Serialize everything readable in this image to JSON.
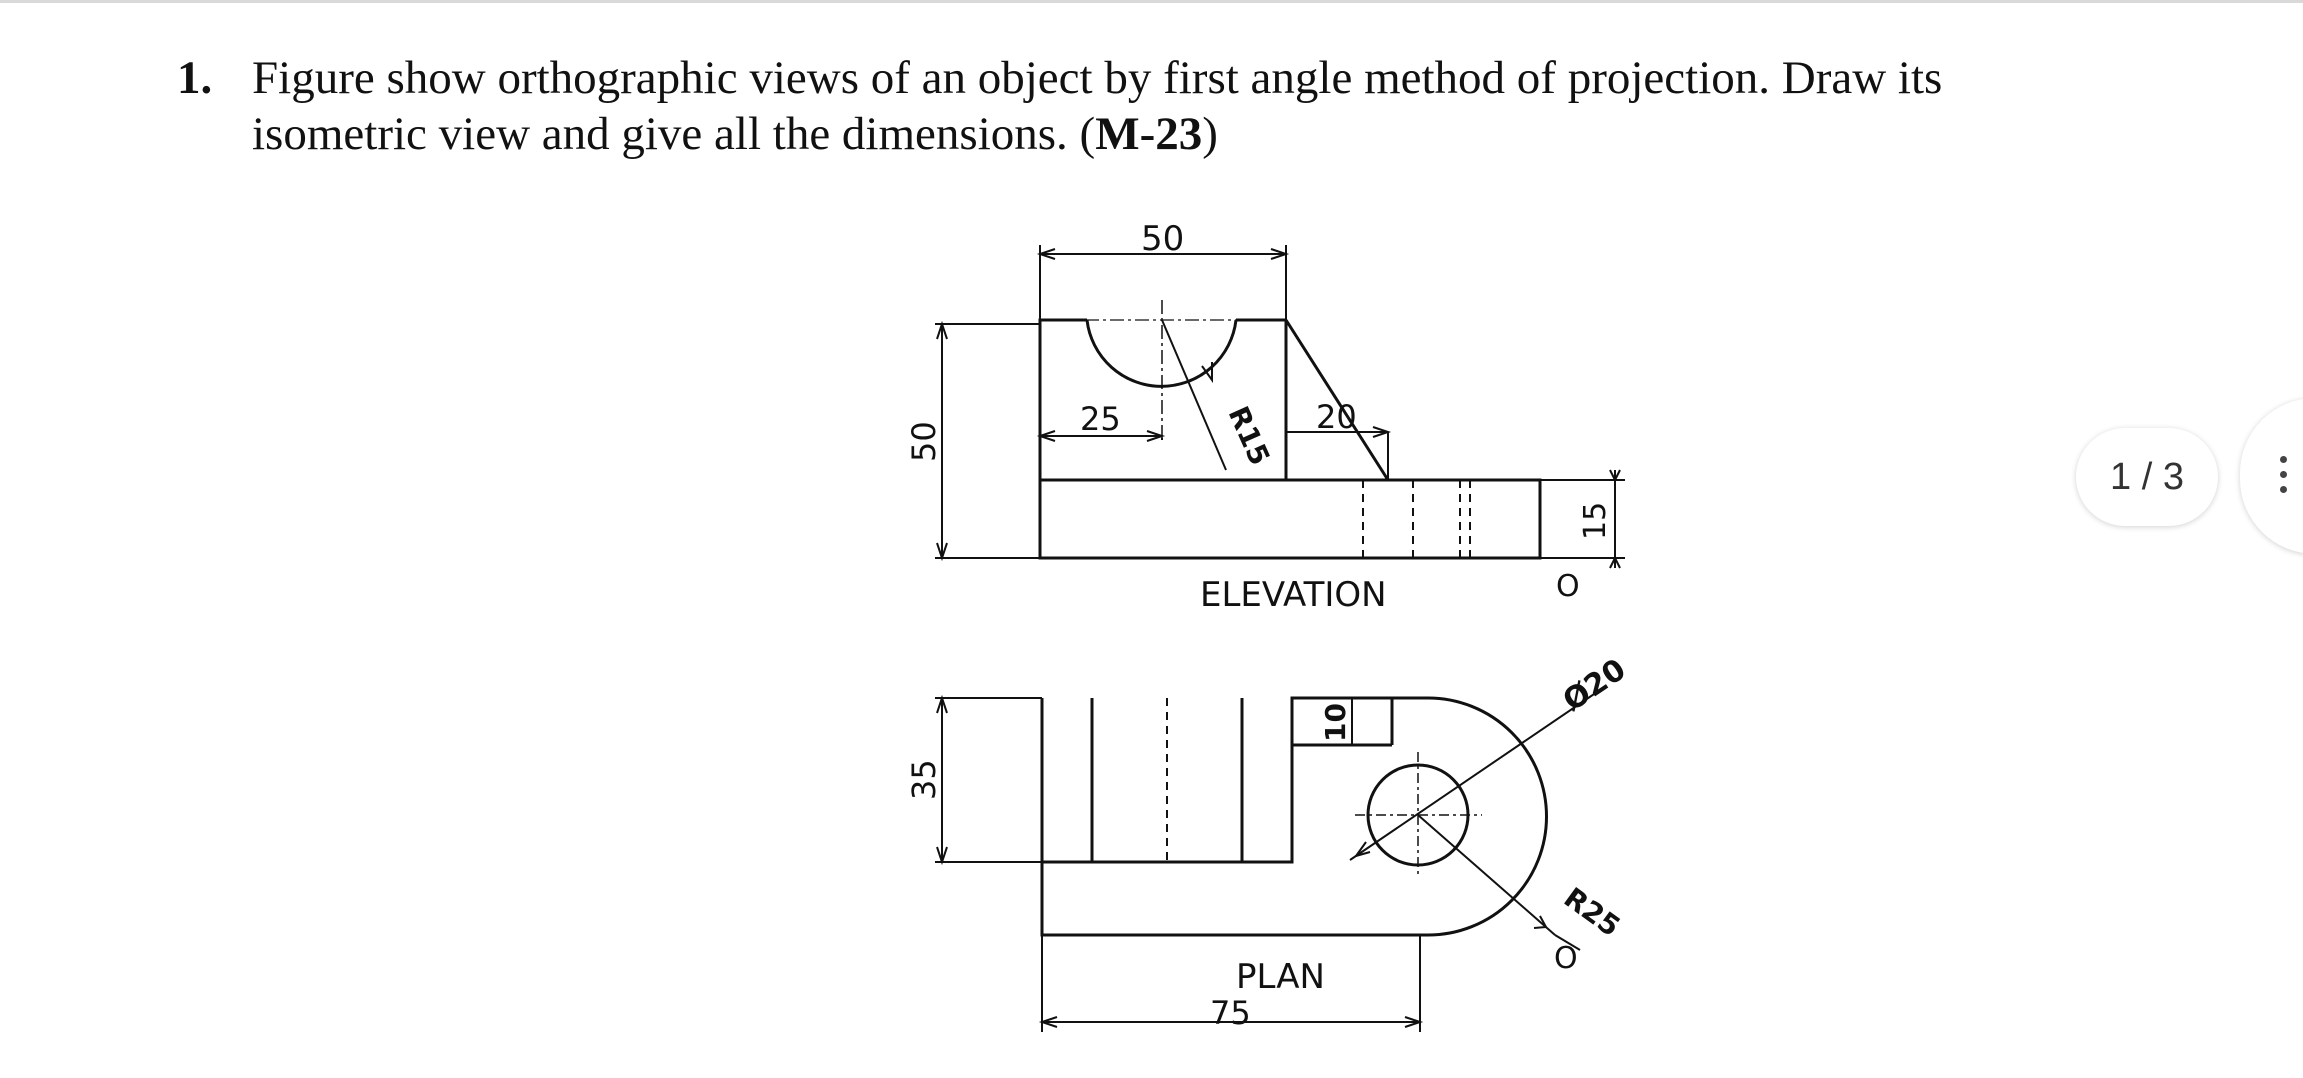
{
  "question": {
    "number": "1.",
    "line1": "Figure show orthographic views of an object by first angle method of projection. Draw its",
    "line2_prefix": "isometric view and give all the dimensions. (",
    "code": "M-23",
    "line2_suffix": ")"
  },
  "drawing": {
    "elevation": {
      "label": "ELEVATION",
      "dim_width": "50",
      "dim_height": "50",
      "dim_left": "25",
      "radius": "R15",
      "dim_slope": "20",
      "dim_base": "15",
      "marker": "O"
    },
    "plan": {
      "label": "PLAN",
      "dim_length": "75",
      "dim_depth": "35",
      "dim_step": "10",
      "hole": "Ø20",
      "radius": "R25",
      "marker": "O"
    }
  },
  "viewer": {
    "page_counter": "1 / 3"
  }
}
